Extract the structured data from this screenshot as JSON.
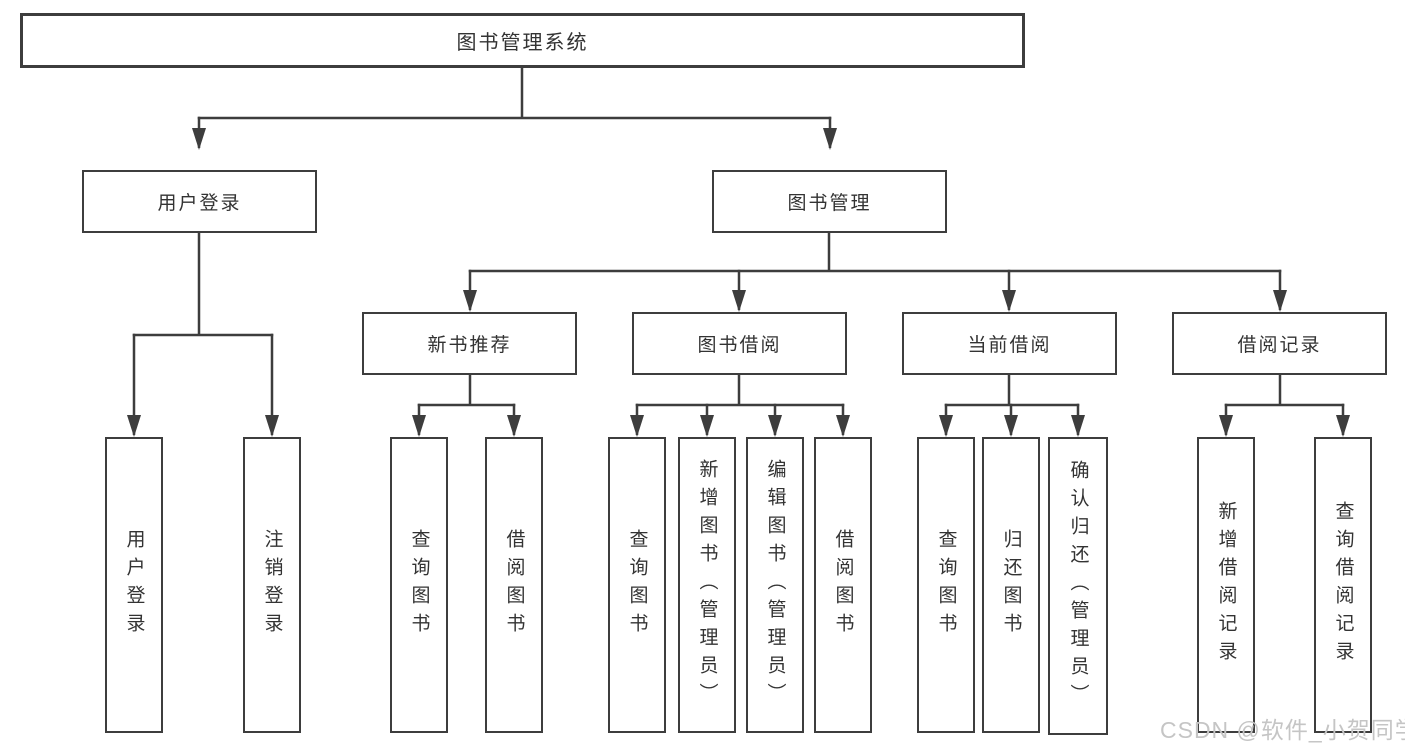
{
  "tree": {
    "root": {
      "label": "图书管理系统"
    },
    "branches": [
      {
        "label": "用户登录",
        "children": [
          {
            "label": "用户登录"
          },
          {
            "label": "注销登录"
          }
        ]
      },
      {
        "label": "图书管理",
        "children": [
          {
            "label": "新书推荐",
            "children": [
              {
                "label": "查询图书"
              },
              {
                "label": "借阅图书"
              }
            ]
          },
          {
            "label": "图书借阅",
            "children": [
              {
                "label": "查询图书"
              },
              {
                "label": "新增图书（管理员）"
              },
              {
                "label": "编辑图书（管理员）"
              },
              {
                "label": "借阅图书"
              }
            ]
          },
          {
            "label": "当前借阅",
            "children": [
              {
                "label": "查询图书"
              },
              {
                "label": "归还图书"
              },
              {
                "label": "确认归还（管理员）"
              }
            ]
          },
          {
            "label": "借阅记录",
            "children": [
              {
                "label": "新增借阅记录"
              },
              {
                "label": "查询借阅记录"
              }
            ]
          }
        ]
      }
    ]
  },
  "watermark": {
    "label": "CSDN @软件_小贺同学"
  },
  "colors": {
    "line": "#3d3d3d",
    "box_border": "#3d3d3d",
    "text": "#333333",
    "watermark": "#c5c5c5",
    "background": "#ffffff"
  }
}
